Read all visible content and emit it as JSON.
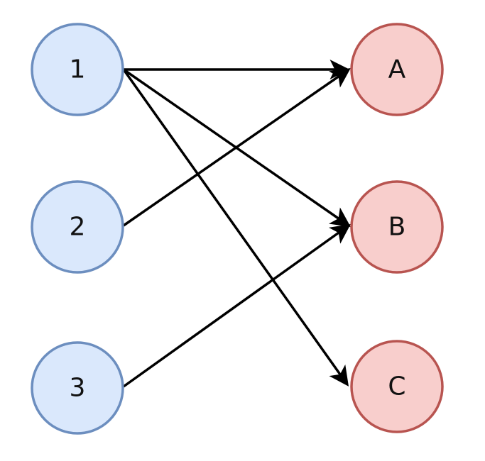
{
  "colors": {
    "left_fill": "#dae8fc",
    "left_stroke": "#6c8ebf",
    "right_fill": "#f8cecc",
    "right_stroke": "#b85450",
    "edge": "#000000"
  },
  "nodes": {
    "n1": {
      "label": "1",
      "group": "left"
    },
    "n2": {
      "label": "2",
      "group": "left"
    },
    "n3": {
      "label": "3",
      "group": "left"
    },
    "a": {
      "label": "A",
      "group": "right"
    },
    "b": {
      "label": "B",
      "group": "right"
    },
    "c": {
      "label": "C",
      "group": "right"
    }
  },
  "edges": [
    {
      "from": "n1",
      "to": "a",
      "directed": true
    },
    {
      "from": "n1",
      "to": "b",
      "directed": true
    },
    {
      "from": "n1",
      "to": "c",
      "directed": true
    },
    {
      "from": "n2",
      "to": "a",
      "directed": true
    },
    {
      "from": "n3",
      "to": "b",
      "directed": true
    }
  ]
}
